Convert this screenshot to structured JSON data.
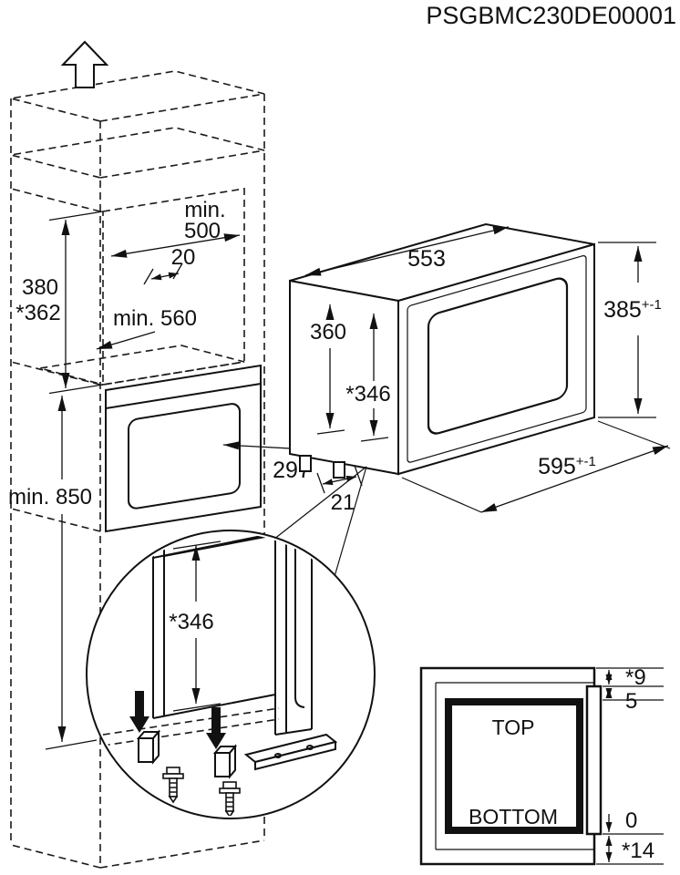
{
  "title": "PSGBMC230DE00001",
  "cabinet": {
    "niche_width_prefix": "min.",
    "niche_width": "500",
    "rear_gap": "20",
    "niche_height": "380",
    "niche_height_alt": "*362",
    "niche_depth": "min. 560",
    "plinth_height": "min. 850",
    "door_dim": "297"
  },
  "appliance": {
    "width": "553",
    "height_inner": "360",
    "height_inner_alt": "*346",
    "height": "385",
    "height_tol": "+-1",
    "width_overall": "595",
    "width_overall_tol": "+-1",
    "front_offset": "21"
  },
  "detail_circle": {
    "height_alt": "*346"
  },
  "detail_front": {
    "top_label": "TOP",
    "bottom_label": "BOTTOM",
    "gap_top_outer": "*9",
    "gap_top_inner": "5",
    "gap_bottom_inner": "0",
    "gap_bottom_outer": "*14"
  }
}
